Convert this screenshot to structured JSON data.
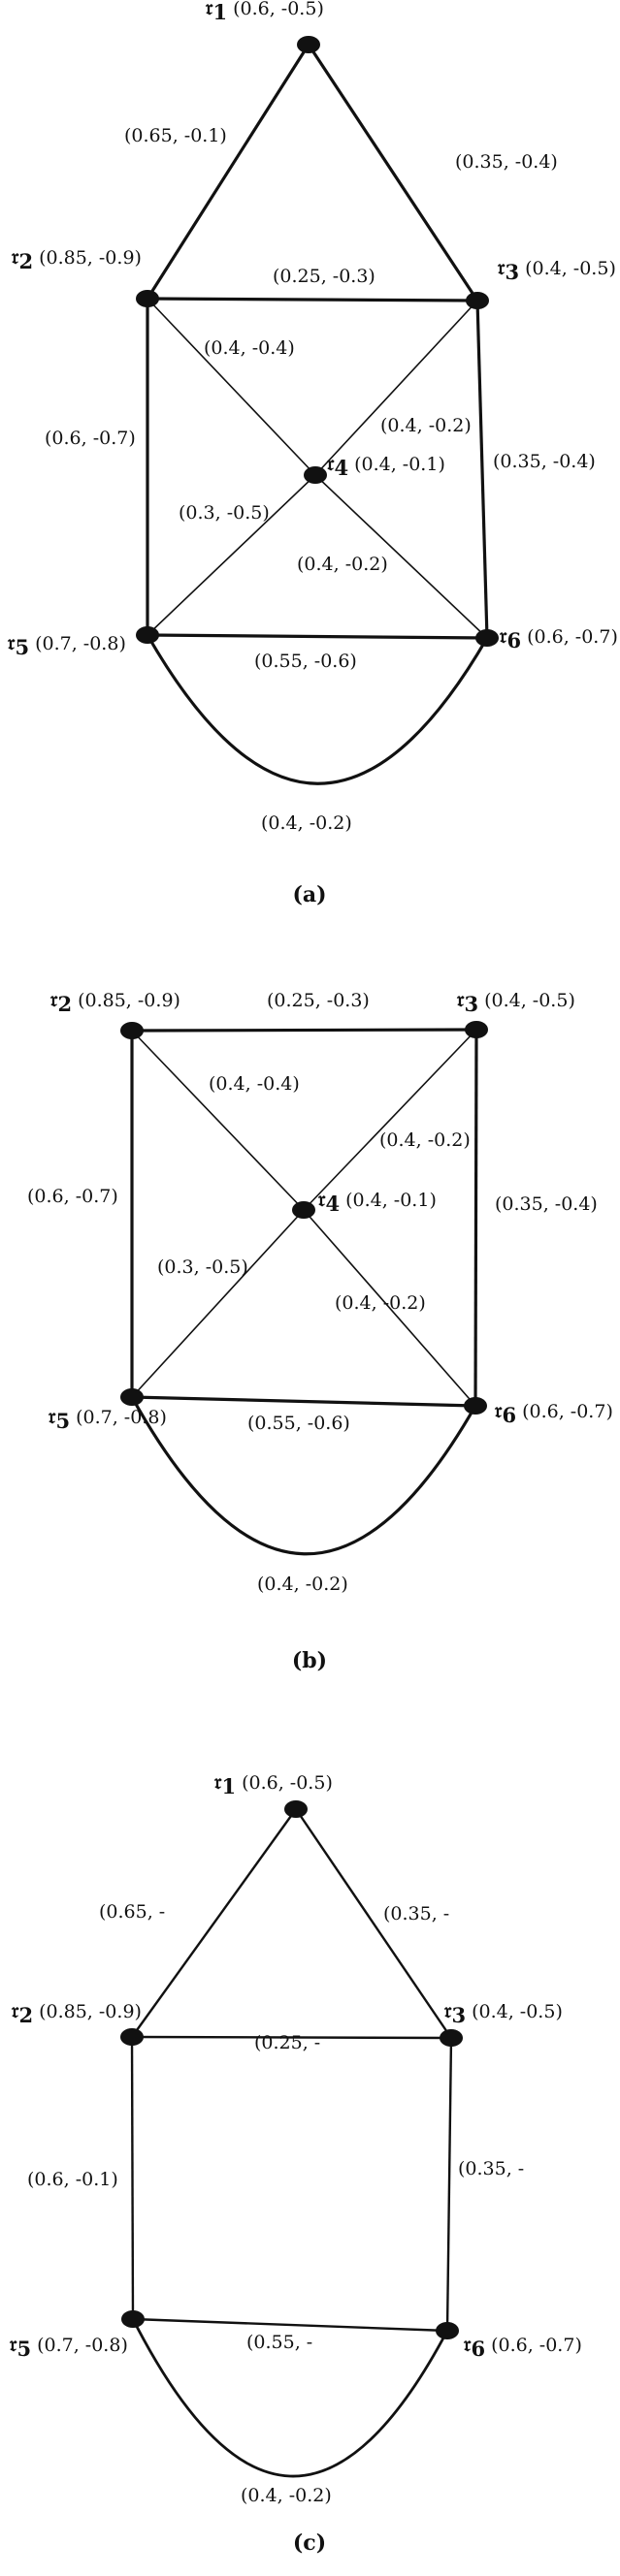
{
  "graphs": [
    {
      "id": "a",
      "caption": "(a)",
      "vertices": [
        {
          "id": "v1",
          "name": "𝔯",
          "sub": "1",
          "value": "(0.6, -0.5)"
        },
        {
          "id": "v2",
          "name": "𝔯",
          "sub": "2",
          "value": "(0.85, -0.9)"
        },
        {
          "id": "v3",
          "name": "𝔯",
          "sub": "3",
          "value": "(0.4, -0.5)"
        },
        {
          "id": "v4",
          "name": "𝔯",
          "sub": "4",
          "value": "(0.4, -0.1)"
        },
        {
          "id": "v5",
          "name": "𝔯",
          "sub": "5",
          "value": "(0.7, -0.8)"
        },
        {
          "id": "v6",
          "name": "𝔯",
          "sub": "6",
          "value": "(0.6, -0.7)"
        }
      ],
      "edges": [
        {
          "from": "v1",
          "to": "v2",
          "label": "(0.65, -0.1)"
        },
        {
          "from": "v1",
          "to": "v3",
          "label": "(0.35, -0.4)"
        },
        {
          "from": "v2",
          "to": "v3",
          "label": "(0.25, -0.3)"
        },
        {
          "from": "v2",
          "to": "v4",
          "label": "(0.4, -0.4)"
        },
        {
          "from": "v3",
          "to": "v4",
          "label": "(0.4, -0.2)"
        },
        {
          "from": "v2",
          "to": "v5",
          "label": "(0.6, -0.7)"
        },
        {
          "from": "v3",
          "to": "v6",
          "label": "(0.35, -0.4)"
        },
        {
          "from": "v4",
          "to": "v5",
          "label": "(0.3, -0.5)"
        },
        {
          "from": "v4",
          "to": "v6",
          "label": "(0.4, -0.2)"
        },
        {
          "from": "v5",
          "to": "v6",
          "label": "(0.55, -0.6)"
        },
        {
          "from": "v5",
          "to": "v6",
          "curved": true,
          "label": "(0.4, -0.2)"
        }
      ]
    },
    {
      "id": "b",
      "caption": "(b)",
      "vertices": [
        {
          "id": "v2",
          "name": "𝔯",
          "sub": "2",
          "value": "(0.85, -0.9)"
        },
        {
          "id": "v3",
          "name": "𝔯",
          "sub": "3",
          "value": "(0.4, -0.5)"
        },
        {
          "id": "v4",
          "name": "𝔯",
          "sub": "4",
          "value": "(0.4, -0.1)"
        },
        {
          "id": "v5",
          "name": "𝔯",
          "sub": "5",
          "value": "(0.7, -0.8)"
        },
        {
          "id": "v6",
          "name": "𝔯",
          "sub": "6",
          "value": "(0.6, -0.7)"
        }
      ],
      "edges": [
        {
          "from": "v2",
          "to": "v3",
          "label": "(0.25, -0.3)"
        },
        {
          "from": "v2",
          "to": "v4",
          "label": "(0.4, -0.4)"
        },
        {
          "from": "v3",
          "to": "v4",
          "label": "(0.4, -0.2)"
        },
        {
          "from": "v2",
          "to": "v5",
          "label": "(0.6, -0.7)"
        },
        {
          "from": "v3",
          "to": "v6",
          "label": "(0.35, -0.4)"
        },
        {
          "from": "v4",
          "to": "v5",
          "label": "(0.3, -0.5)"
        },
        {
          "from": "v4",
          "to": "v6",
          "label": "(0.4, -0.2)"
        },
        {
          "from": "v5",
          "to": "v6",
          "label": "(0.55, -0.6)"
        },
        {
          "from": "v5",
          "to": "v6",
          "curved": true,
          "label": "(0.4, -0.2)"
        }
      ]
    },
    {
      "id": "c",
      "caption": "(c)",
      "vertices": [
        {
          "id": "v1",
          "name": "𝔯",
          "sub": "1",
          "value": "(0.6, -0.5)"
        },
        {
          "id": "v2",
          "name": "𝔯",
          "sub": "2",
          "value": "(0.85, -0.9)"
        },
        {
          "id": "v3",
          "name": "𝔯",
          "sub": "3",
          "value": "(0.4, -0.5)"
        },
        {
          "id": "v5",
          "name": "𝔯",
          "sub": "5",
          "value": "(0.7, -0.8)"
        },
        {
          "id": "v6",
          "name": "𝔯",
          "sub": "6",
          "value": "(0.6, -0.7)"
        }
      ],
      "edges": [
        {
          "from": "v1",
          "to": "v2",
          "label": "(0.65, -"
        },
        {
          "from": "v1",
          "to": "v3",
          "label": "(0.35, -"
        },
        {
          "from": "v2",
          "to": "v3",
          "label": "(0.25, -"
        },
        {
          "from": "v2",
          "to": "v5",
          "label": "(0.6, -0.1)"
        },
        {
          "from": "v3",
          "to": "v6",
          "label": "(0.35, -"
        },
        {
          "from": "v5",
          "to": "v6",
          "label": "(0.55, -"
        },
        {
          "from": "v5",
          "to": "v6",
          "curved": true,
          "label": "(0.4, -0.2)"
        }
      ]
    }
  ]
}
